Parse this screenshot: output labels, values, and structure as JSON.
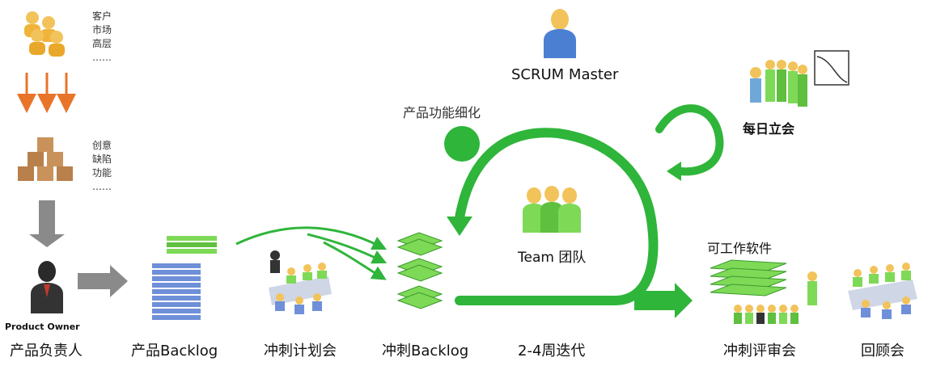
{
  "labels": {
    "customer_list": [
      "客户",
      "市场",
      "高层",
      "……"
    ],
    "idea_list": [
      "创意",
      "缺陷",
      "功能",
      "……"
    ],
    "product_owner_en": "Product Owner",
    "product_owner": "产品负责人",
    "product_backlog": "产品Backlog",
    "sprint_planning": "冲刺计划会",
    "sprint_backlog": "冲刺Backlog",
    "iteration": "2-4周迭代",
    "scrum_master": "SCRUM Master",
    "refinement": "产品功能细化",
    "daily_standup": "每日立会",
    "team": "Team 团队",
    "working_software": "可工作软件",
    "sprint_review": "冲刺评审会",
    "retrospective": "回顾会"
  },
  "colors": {
    "accent_green": "#2fb53a",
    "light_green": "#7ed957",
    "arrow_orange": "#e8742a",
    "gray_arrow": "#8a8a8a",
    "backlog_blue": "#6f8fd8"
  },
  "icons": [
    "customers-icon",
    "boxes-icon",
    "person-icon",
    "backlog-stack-icon",
    "meeting-icon",
    "sprint-stack-icon",
    "scrum-master-icon",
    "team-icon",
    "burndown-icon",
    "software-stack-icon"
  ]
}
